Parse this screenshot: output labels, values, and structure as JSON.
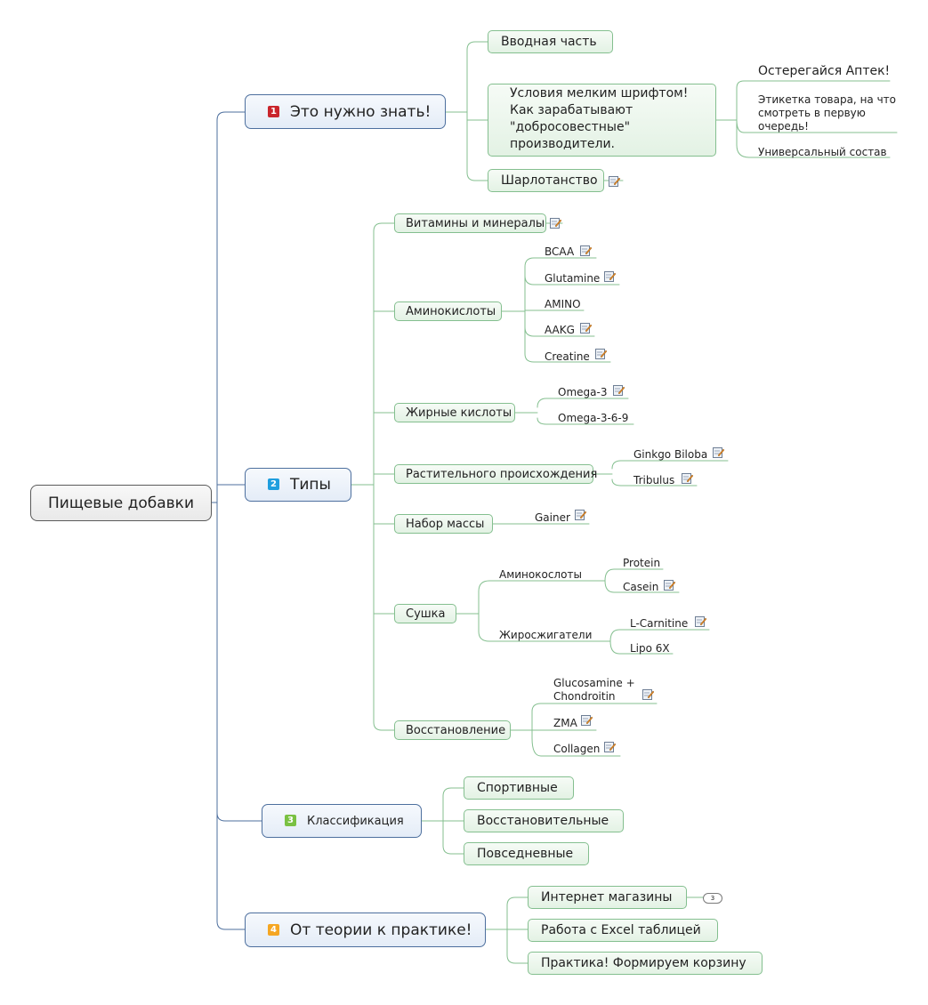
{
  "colors": {
    "badge_1": "#c9252c",
    "badge_2": "#1f9ede",
    "badge_3": "#7ac143",
    "badge_4": "#f5a623",
    "main_border": "#4d6f9e",
    "sub_border": "#84bf8f"
  },
  "central": "Пищевые добавки",
  "b1": {
    "badge": "1",
    "label": "Это нужно знать!",
    "c1": "Вводная часть",
    "c2": "Условия мелким шрифтом! Как зарабатывают \"добросовестные\" производители.",
    "c2_l1": "Остерегайся Аптек!",
    "c2_l2": "Этикетка товара, на что смотреть в первую очередь!",
    "c2_l3": "Универсальный состав",
    "c3": "Шарлотанство"
  },
  "b2": {
    "badge": "2",
    "label": "Типы",
    "vit": "Витамины и минералы",
    "amino": "Аминокислоты",
    "amino_l1": "BCAA",
    "amino_l2": "Glutamine",
    "amino_l3": "AMINO",
    "amino_l4": "AAKG",
    "amino_l5": "Creatine",
    "fat": "Жирные кислоты",
    "fat_l1": "Omega-3",
    "fat_l2": "Omega-3-6-9",
    "plant": "Растительного происхождения",
    "plant_l1": "Ginkgo Biloba",
    "plant_l2": "Tribulus",
    "mass": "Набор массы",
    "mass_l1": "Gainer",
    "cut": "Сушка",
    "cut_g1": "Аминокослоты",
    "cut_g1_l1": "Protein",
    "cut_g1_l2": "Casein",
    "cut_g2": "Жиросжигатели",
    "cut_g2_l1": "L-Carnitine",
    "cut_g2_l2": "Lipo 6X",
    "rec": "Восстановление",
    "rec_l1": "Glucosamine + Chondroitin",
    "rec_l2": "ZMA",
    "rec_l3": "Collagen"
  },
  "b3": {
    "badge": "3",
    "label": "Классификация",
    "c1": "Спортивные",
    "c2": "Восстановительные",
    "c3": "Повседневные"
  },
  "b4": {
    "badge": "4",
    "label": "От теории к практике!",
    "c1": "Интернет магазины",
    "c1_count": "3",
    "c2": "Работа с Excel таблицей",
    "c3": "Практика! Формируем корзину"
  },
  "icons": {
    "note": "note-pencil-icon"
  }
}
